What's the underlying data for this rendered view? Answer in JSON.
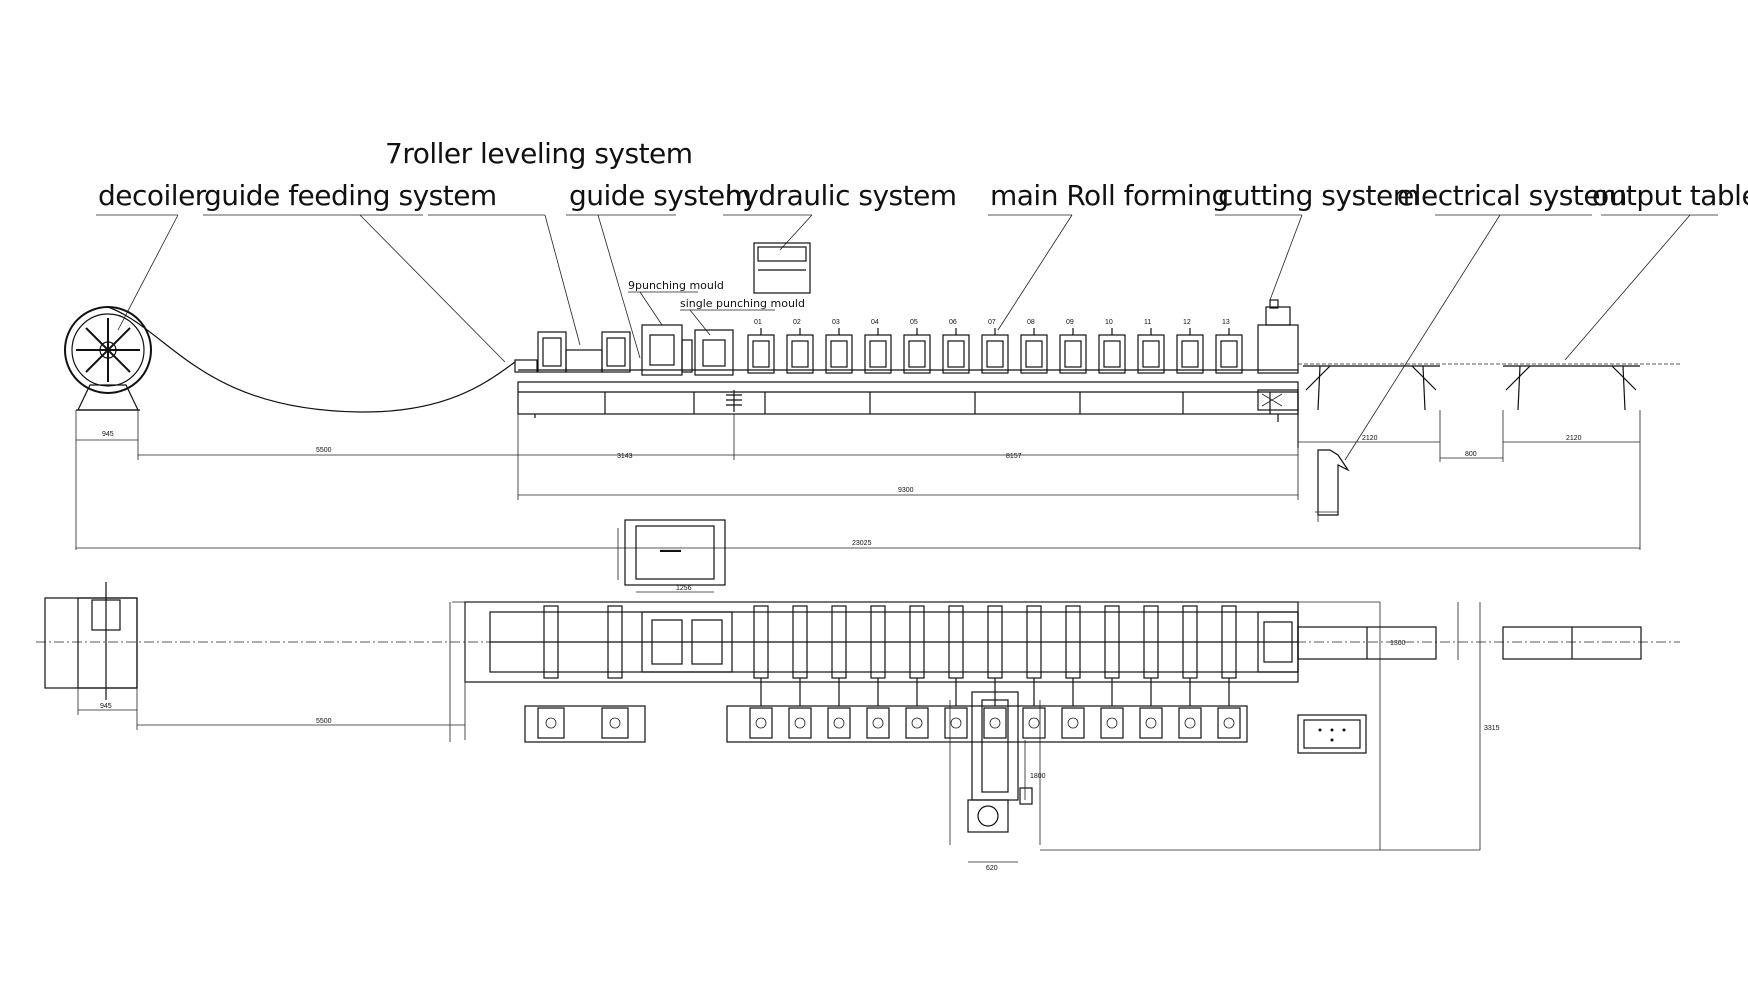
{
  "labels": {
    "decoiler": "decoiler",
    "guide_feeding": "guide feeding system",
    "leveling": "7roller leveling system",
    "guide_system": "guide system",
    "hydraulic": "hydraulic  system",
    "main_roll": "main Roll forming",
    "cutting": "cutting system",
    "electrical": "electrical  system",
    "output_table": "output table",
    "punching_mould": "9punching  mould",
    "single_punching": "single punching  mould"
  },
  "stations": [
    "01",
    "02",
    "03",
    "04",
    "05",
    "06",
    "07",
    "08",
    "09",
    "10",
    "11",
    "12",
    "13"
  ],
  "dimensions": {
    "d945_top": "945",
    "d5500_top": "5500",
    "d3143": "3143",
    "d8157": "8157",
    "d9300": "9300",
    "d2120_a": "2120",
    "d800": "800",
    "d2120_b": "2120",
    "d23025": "23025",
    "d1256": "1256",
    "d945_bot": "945",
    "d5500_bot": "5500",
    "d1300": "1300",
    "d1800": "1800",
    "d3315": "3315",
    "d620": "620"
  },
  "colors": {
    "line": "#111111",
    "background": "#ffffff"
  }
}
